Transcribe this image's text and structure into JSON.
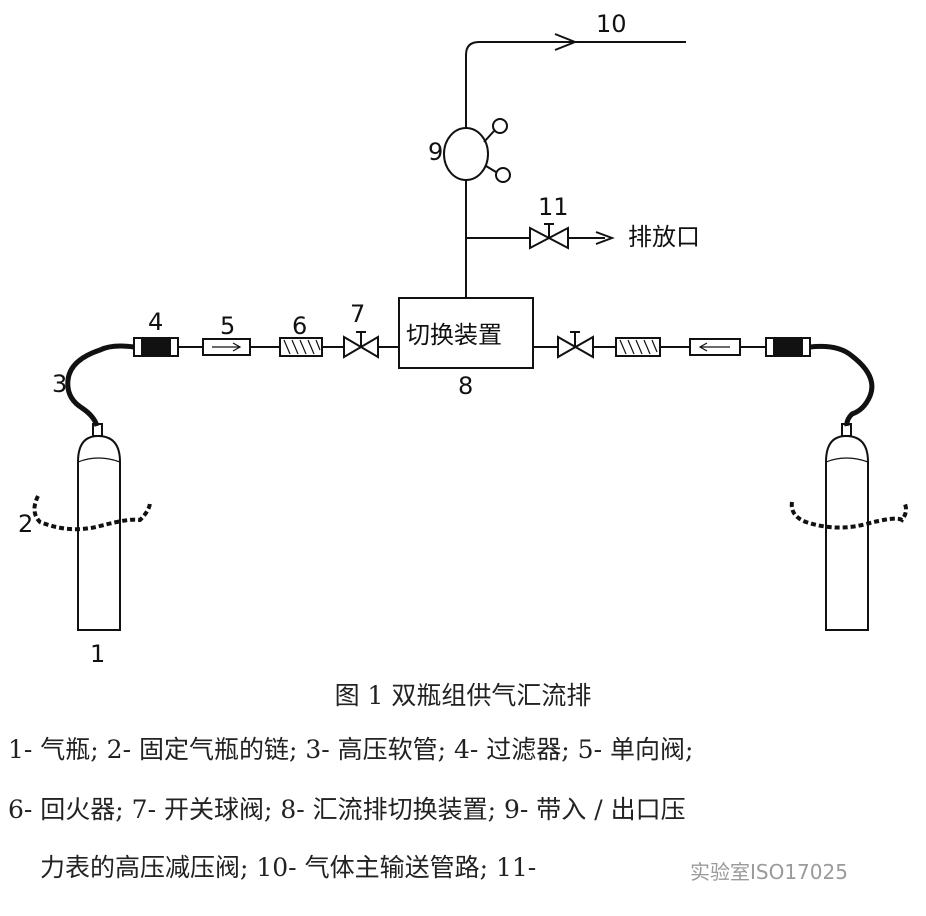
{
  "diagram": {
    "component_numbers": [
      "1",
      "2",
      "3",
      "4",
      "5",
      "6",
      "7",
      "8",
      "9",
      "10",
      "11"
    ],
    "switch_device_label": "切换装置",
    "vent_label": "排放口"
  },
  "caption": "图 1  双瓶组供气汇流排",
  "legend": {
    "line1": "1- 气瓶; 2- 固定气瓶的链; 3- 高压软管; 4- 过滤器; 5- 单向阀;",
    "line2": "6- 回火器; 7- 开关球阀; 8- 汇流排切换装置; 9- 带入 / 出口压",
    "line3": "力表的高压减压阀; 10- 气体主输送管路;  11-"
  },
  "watermark": "实验室ISO17025",
  "colors": {
    "line": "#111111",
    "text": "#222222"
  }
}
